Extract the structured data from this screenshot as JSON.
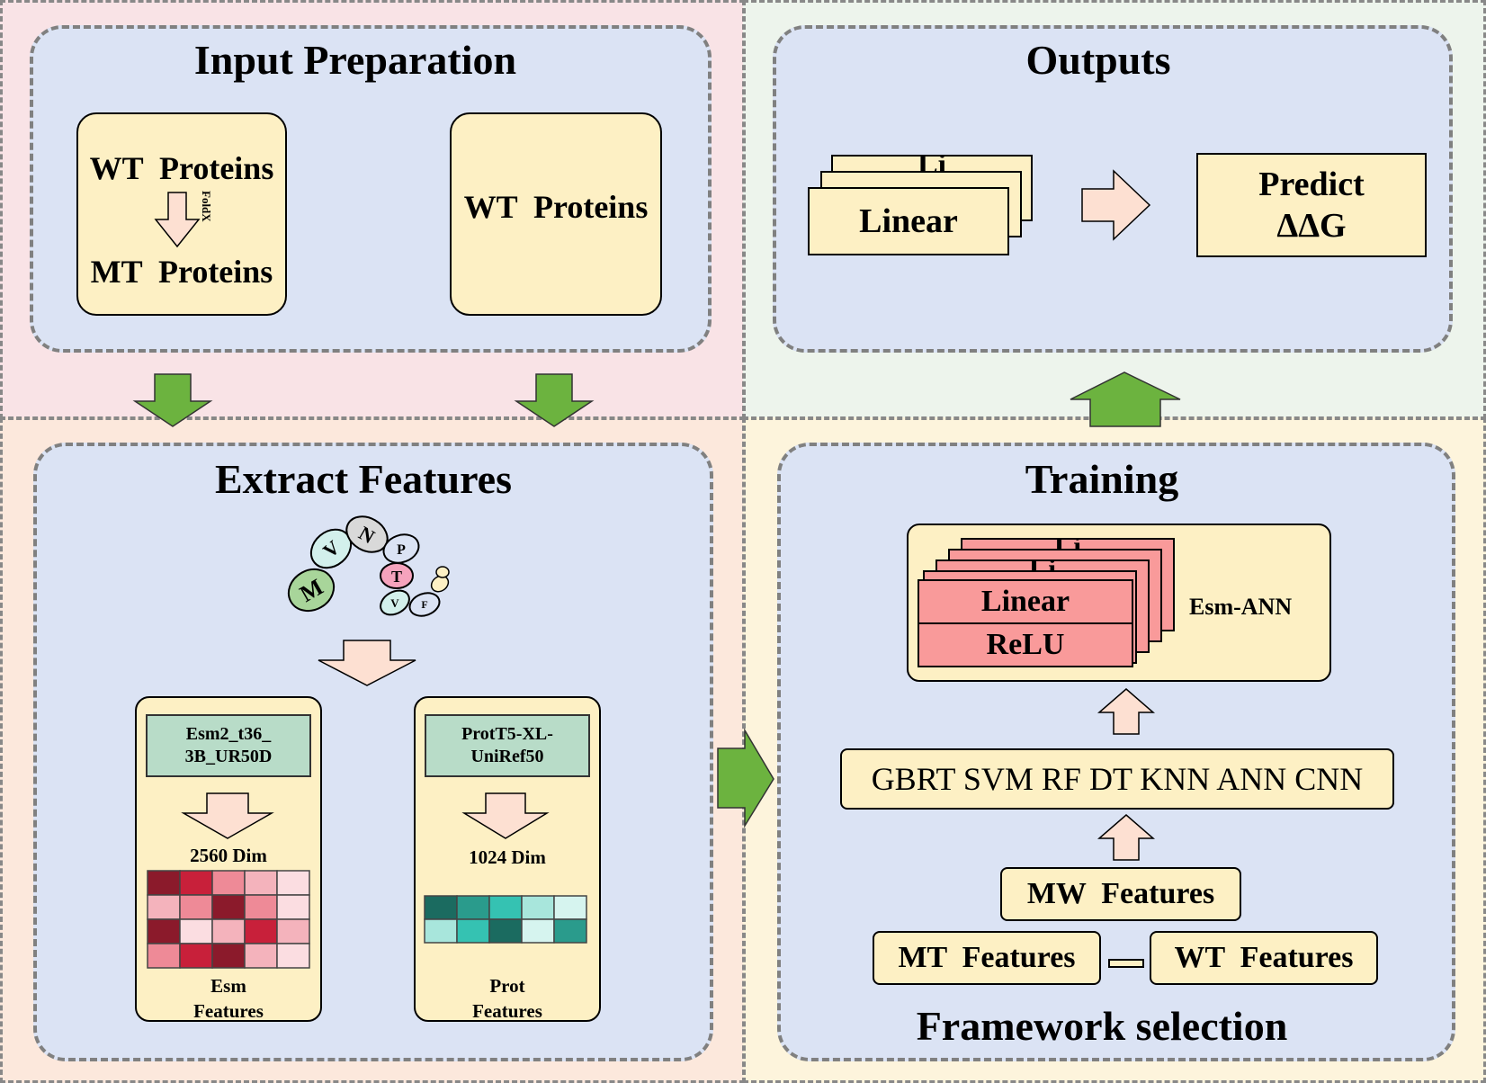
{
  "input_preparation": {
    "title": "Input Preparation",
    "left_card": {
      "top_label": "WT  Proteins",
      "arrow_label": "FoldX",
      "bottom_label": "MT  Proteins"
    },
    "right_card": {
      "label": "WT  Proteins"
    }
  },
  "outputs": {
    "title": "Outputs",
    "stack_label": "Linear",
    "stack_back_label": "Li",
    "result_line1": "Predict",
    "result_line2": "ΔΔG"
  },
  "extract_features": {
    "title": "Extract Features",
    "residues": [
      "M",
      "V",
      "N",
      "P",
      "T",
      "V",
      "F"
    ],
    "esm": {
      "model_line1": "Esm2_t36_",
      "model_line2": "3B_UR50D",
      "dim": "2560 Dim",
      "label_line1": "Esm",
      "label_line2": "Features",
      "heatmap_colors": [
        [
          "#8b1a2b",
          "#c8203a",
          "#ee8a97",
          "#f4b3bc",
          "#fbdde1"
        ],
        [
          "#f4b3bc",
          "#ee8a97",
          "#8b1a2b",
          "#ee8a97",
          "#fbdde1"
        ],
        [
          "#8b1a2b",
          "#fbdde1",
          "#f4b3bc",
          "#c8203a",
          "#f4b3bc"
        ],
        [
          "#ee8a97",
          "#c8203a",
          "#8b1a2b",
          "#f4b3bc",
          "#fbdde1"
        ]
      ]
    },
    "prot": {
      "model_line1": "ProtT5-XL-",
      "model_line2": "UniRef50",
      "dim": "1024 Dim",
      "label_line1": "Prot",
      "label_line2": "Features",
      "heatmap_colors": [
        [
          "#1b6b60",
          "#2a9b8c",
          "#35c2b2",
          "#a8e6dc",
          "#d6f4ef"
        ],
        [
          "#a8e6dc",
          "#35c2b2",
          "#1b6b60",
          "#d6f4ef",
          "#2a9b8c"
        ]
      ]
    }
  },
  "training": {
    "title": "Training",
    "network_layer_top": "Linear",
    "network_layer_bottom": "ReLU",
    "stack_back_labels": [
      "Li",
      "Li"
    ],
    "network_name": "Esm-ANN",
    "models": "GBRT SVM RF DT KNN ANN CNN",
    "mw_features": "MW  Features",
    "mt_features": "MT  Features",
    "wt_features": "WT  Features",
    "footer": "Framework selection"
  },
  "colors": {
    "pink_bg": "#f9e3e6",
    "green_bg": "#edf4ec",
    "salmon_bg": "#fce8dc",
    "yellow_bg": "#fdf4dc",
    "panel_blue": "#dbe3f4",
    "card_yellow": "#fdf0c4",
    "green_arrow": "#6cb33f",
    "peach_arrow": "#fde0d2",
    "red_layer": "#f99a9a"
  }
}
